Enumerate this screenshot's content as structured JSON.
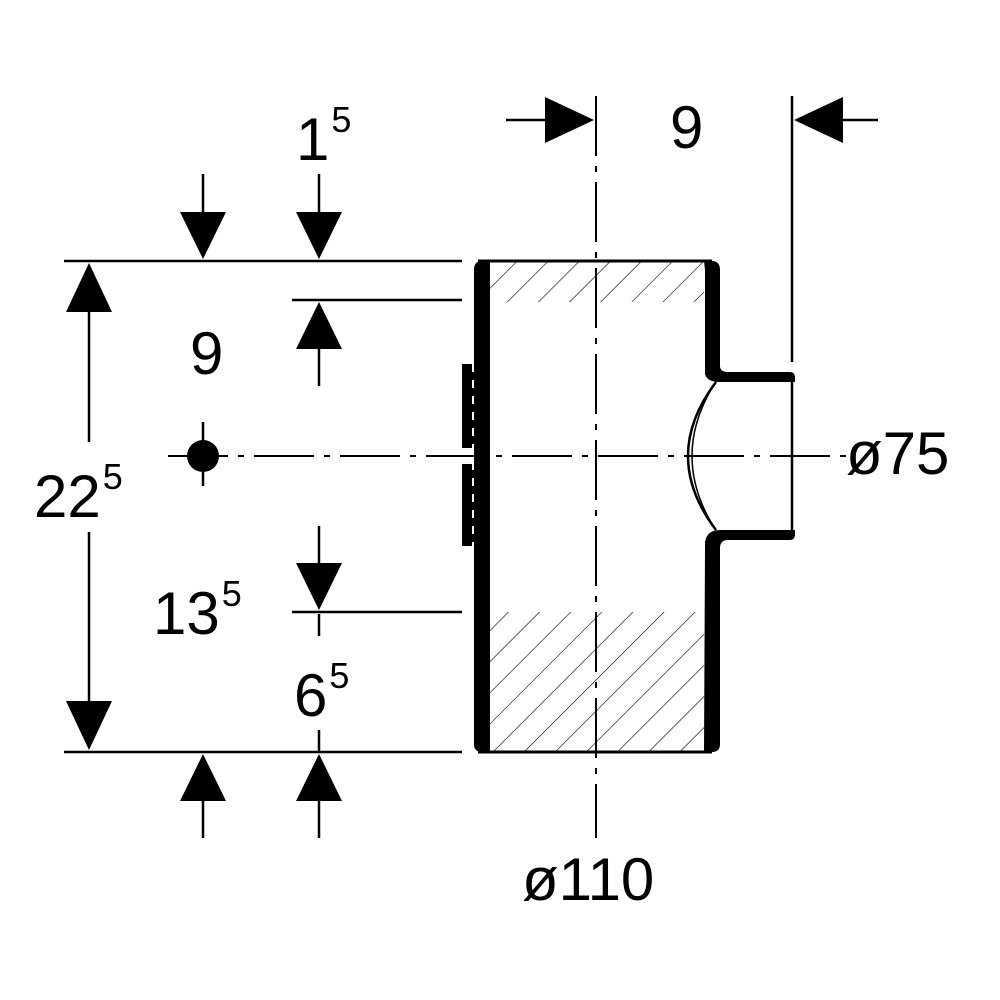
{
  "colors": {
    "line": "#000000",
    "background": "#ffffff"
  },
  "dimensions": {
    "top_gap": {
      "base": "1",
      "sup": "5"
    },
    "top_offset": {
      "base": "9"
    },
    "overall_height": {
      "base": "22",
      "sup": "5"
    },
    "lower_offset": {
      "base": "13",
      "sup": "5"
    },
    "bottom_gap": {
      "base": "6",
      "sup": "5"
    },
    "branch_length": {
      "base": "9"
    },
    "branch_diameter": {
      "base": "ø75"
    },
    "main_diameter": {
      "base": "ø110"
    }
  }
}
